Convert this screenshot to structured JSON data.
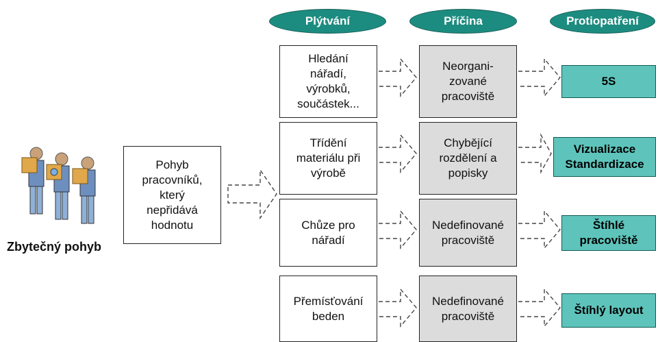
{
  "headers": {
    "waste": "Plýtvání",
    "cause": "Příčina",
    "countermeasure": "Protiopatření"
  },
  "left": {
    "label": "Zbytečný pohyb",
    "description": "Pohyb\npracovníků,\nkterý\nnepřidává\nhodnotu"
  },
  "rows": [
    {
      "waste": "Hledání\nnářadí,\nvýrobků,\nsoučástek...",
      "cause": "Neorgani-\nzované\npracoviště",
      "countermeasure": "5S"
    },
    {
      "waste": "Třídění\nmateriálu při\nvýrobě",
      "cause": "Chybějící\nrozdělení a\npopisky",
      "countermeasure": "Vizualizace\nStandardizace"
    },
    {
      "waste": "Chůze pro\nnářadí",
      "cause": "Nedefinované\npracoviště",
      "countermeasure": "Štíhlé\npracoviště"
    },
    {
      "waste": "Přemísťování\nbeden",
      "cause": "Nedefinované\npracoviště",
      "countermeasure": "Štíhlý layout"
    }
  ],
  "colors": {
    "header_fill": "#1d8c80",
    "cause_fill": "#dcdcdc",
    "countermeasure_fill": "#5ec4bb"
  }
}
